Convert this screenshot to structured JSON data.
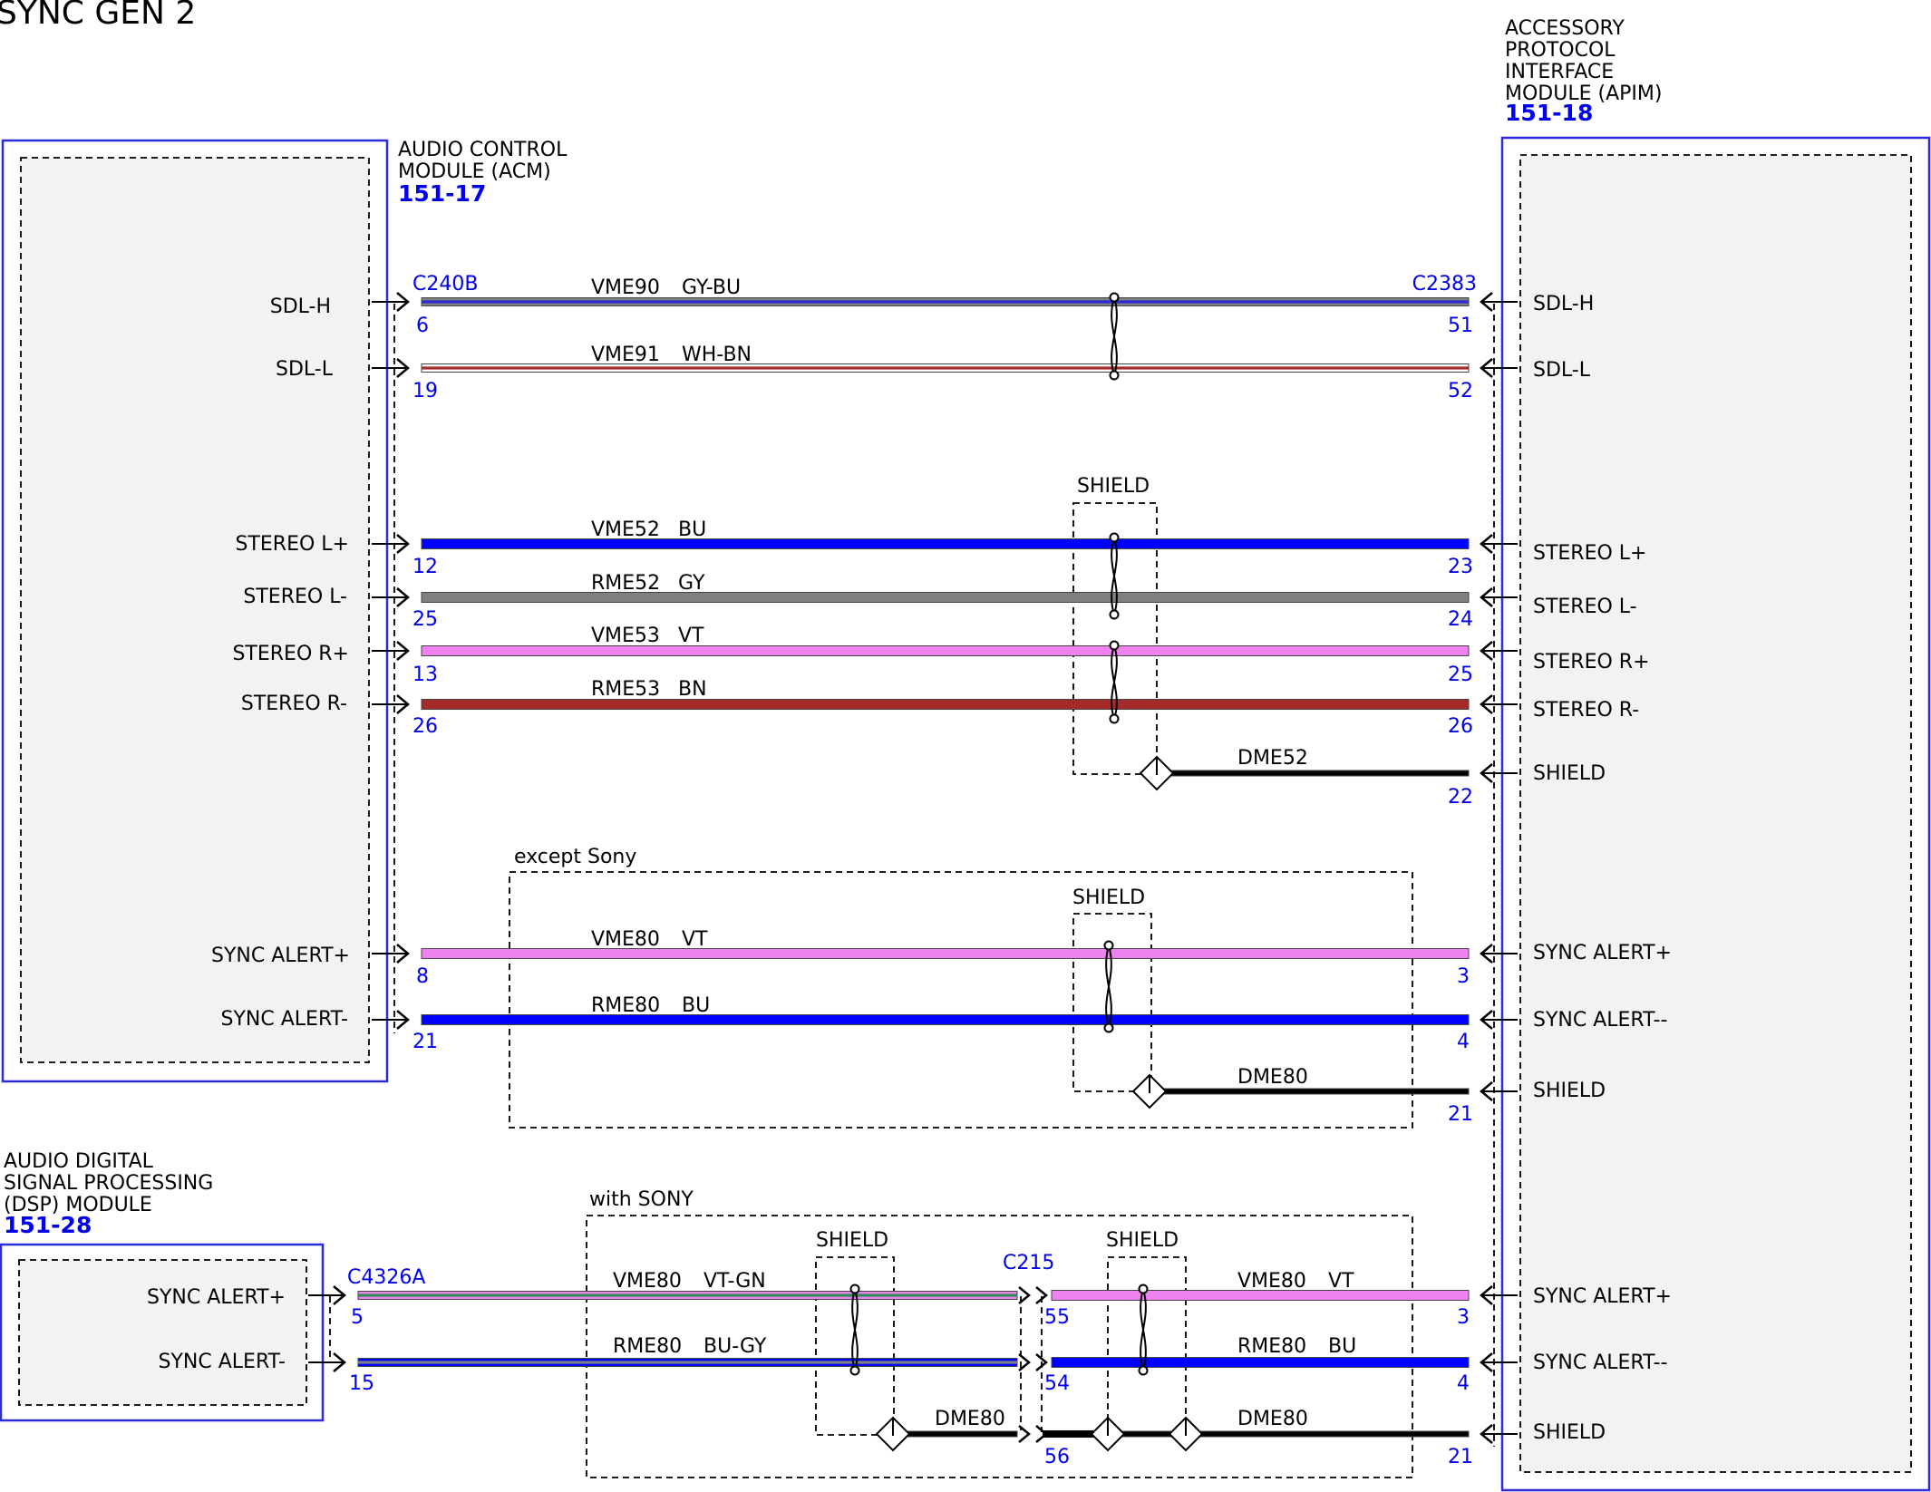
{
  "title": "SYNC GEN 2",
  "modules": {
    "acm": {
      "name_lines": [
        "AUDIO CONTROL",
        "MODULE (ACM)"
      ],
      "ref": "151-17"
    },
    "apim": {
      "name_lines": [
        "ACCESSORY",
        "PROTOCOL",
        "INTERFACE",
        "MODULE (APIM)"
      ],
      "ref": "151-18"
    },
    "dsp": {
      "name_lines": [
        "AUDIO DIGITAL",
        "SIGNAL PROCESSING",
        "(DSP) MODULE"
      ],
      "ref": "151-28"
    }
  },
  "connectors": {
    "acm": "C240B",
    "apim": "C2383",
    "dsp": "C4326A",
    "inline": "C215"
  },
  "section_labels": {
    "except_sony": "except Sony",
    "with_sony": "with SONY"
  },
  "shield_label": "SHIELD",
  "acm_pins": [
    "SDL-H",
    "SDL-L",
    "STEREO L+",
    "STEREO L-",
    "STEREO R+",
    "STEREO R-",
    "SYNC ALERT+",
    "SYNC ALERT-"
  ],
  "apim_pins": [
    "SDL-H",
    "SDL-L",
    "STEREO L+",
    "STEREO L-",
    "STEREO R+",
    "STEREO R-",
    "SHIELD",
    "SYNC ALERT+",
    "SYNC ALERT--",
    "SHIELD",
    "SYNC ALERT+",
    "SYNC ALERT--",
    "SHIELD"
  ],
  "dsp_pins": [
    "SYNC ALERT+",
    "SYNC ALERT-"
  ],
  "circuits": [
    {
      "circuit": "VME90",
      "color_code": "GY-BU",
      "left_pin": "6",
      "right_pin": "51",
      "colors": [
        "#808080",
        "#2a2ad0"
      ]
    },
    {
      "circuit": "VME91",
      "color_code": "WH-BN",
      "left_pin": "19",
      "right_pin": "52",
      "colors": [
        "#ffffff",
        "#a52a2a"
      ]
    },
    {
      "circuit": "VME52",
      "color_code": "BU",
      "left_pin": "12",
      "right_pin": "23",
      "colors": [
        "#0000ff"
      ]
    },
    {
      "circuit": "RME52",
      "color_code": "GY",
      "left_pin": "25",
      "right_pin": "24",
      "colors": [
        "#808080"
      ]
    },
    {
      "circuit": "VME53",
      "color_code": "VT",
      "left_pin": "13",
      "right_pin": "25",
      "colors": [
        "#ee82ee"
      ]
    },
    {
      "circuit": "RME53",
      "color_code": "BN",
      "left_pin": "26",
      "right_pin": "26",
      "colors": [
        "#a52a2a"
      ]
    },
    {
      "circuit": "DME52",
      "color_code": "",
      "left_pin": "",
      "right_pin": "22",
      "colors": [
        "#000000"
      ]
    },
    {
      "circuit": "VME80",
      "color_code": "VT",
      "left_pin": "8",
      "right_pin": "3",
      "colors": [
        "#ee82ee"
      ]
    },
    {
      "circuit": "RME80",
      "color_code": "BU",
      "left_pin": "21",
      "right_pin": "4",
      "colors": [
        "#0000ff"
      ]
    },
    {
      "circuit": "DME80",
      "color_code": "",
      "left_pin": "",
      "right_pin": "21",
      "colors": [
        "#000000"
      ]
    },
    {
      "circuit": "VME80",
      "color_code": "VT-GN",
      "left_pin": "5",
      "right_pin": "",
      "colors": [
        "#ee82ee",
        "#2e8b57"
      ]
    },
    {
      "circuit": "RME80",
      "color_code": "BU-GY",
      "left_pin": "15",
      "right_pin": "",
      "colors": [
        "#0000ff",
        "#808080"
      ]
    },
    {
      "circuit": "DME80",
      "color_code": "",
      "left_pin": "",
      "right_pin": "",
      "colors": [
        "#000000"
      ]
    },
    {
      "circuit": "VME80",
      "color_code": "VT",
      "left_pin": "55",
      "right_pin": "3",
      "colors": [
        "#ee82ee"
      ]
    },
    {
      "circuit": "RME80",
      "color_code": "BU",
      "left_pin": "54",
      "right_pin": "4",
      "colors": [
        "#0000ff"
      ]
    },
    {
      "circuit": "DME80",
      "color_code": "",
      "left_pin": "56",
      "right_pin": "21",
      "colors": [
        "#000000"
      ]
    }
  ]
}
